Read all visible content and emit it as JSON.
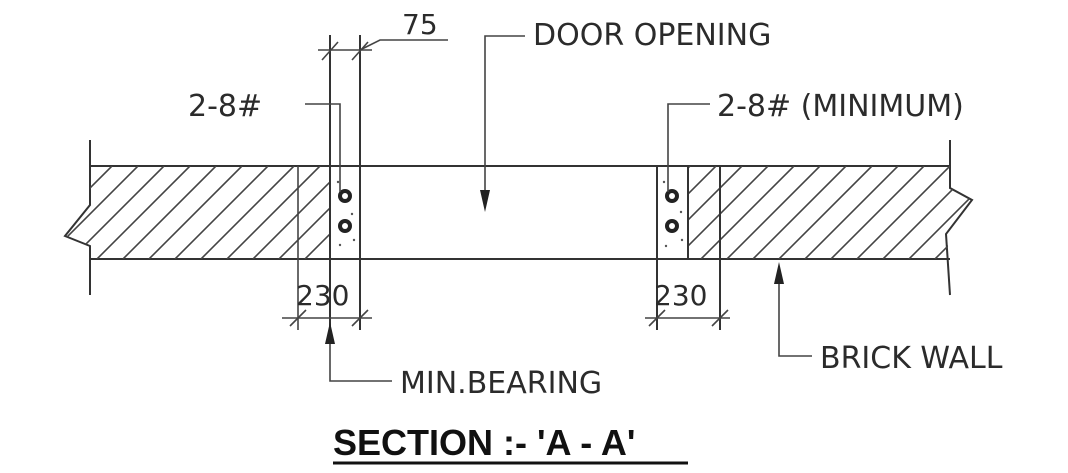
{
  "labels": {
    "dim_75": "75",
    "door_opening": "DOOR OPENING",
    "rebar_left": "2-8#",
    "rebar_right": "2-8# (MINIMUM)",
    "dim_230_left": "230",
    "dim_230_right": "230",
    "min_bearing": "MIN.BEARING",
    "brick_wall": "BRICK WALL",
    "section_title": "SECTION :- 'A - A'"
  },
  "colors": {
    "line": "#333333",
    "text": "#2b2b2b",
    "background": "#ffffff"
  }
}
